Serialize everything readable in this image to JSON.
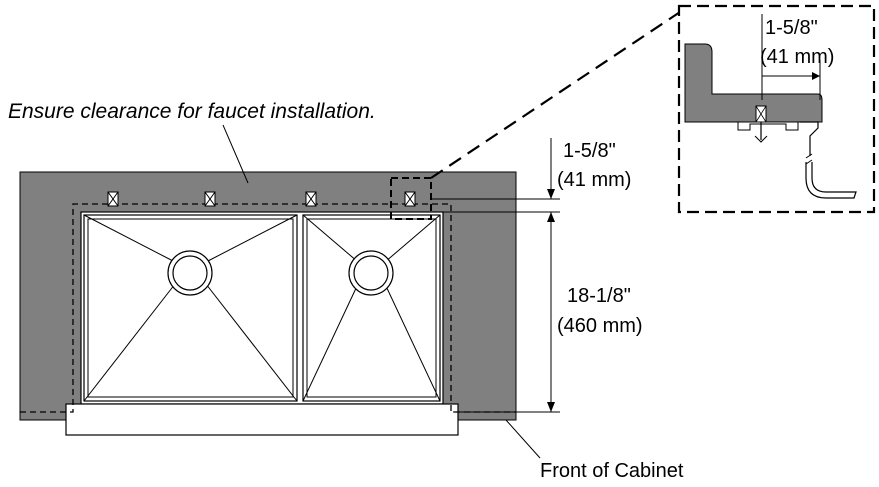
{
  "note_text": "Ensure clearance for faucet installation.",
  "dim_top": {
    "imperial": "1-5/8\"",
    "metric": "(41 mm)"
  },
  "dim_depth": {
    "imperial": "18-1/8\"",
    "metric": "(460 mm)"
  },
  "detail_dim": {
    "imperial": "1-5/8\"",
    "metric": "(41 mm)"
  },
  "front_label": "Front of Cabinet",
  "colors": {
    "countertop": "#808080",
    "line": "#000000",
    "background": "#ffffff"
  },
  "icons": {
    "clip": "x-box-clip-icon",
    "drain": "drain-circle-icon"
  }
}
